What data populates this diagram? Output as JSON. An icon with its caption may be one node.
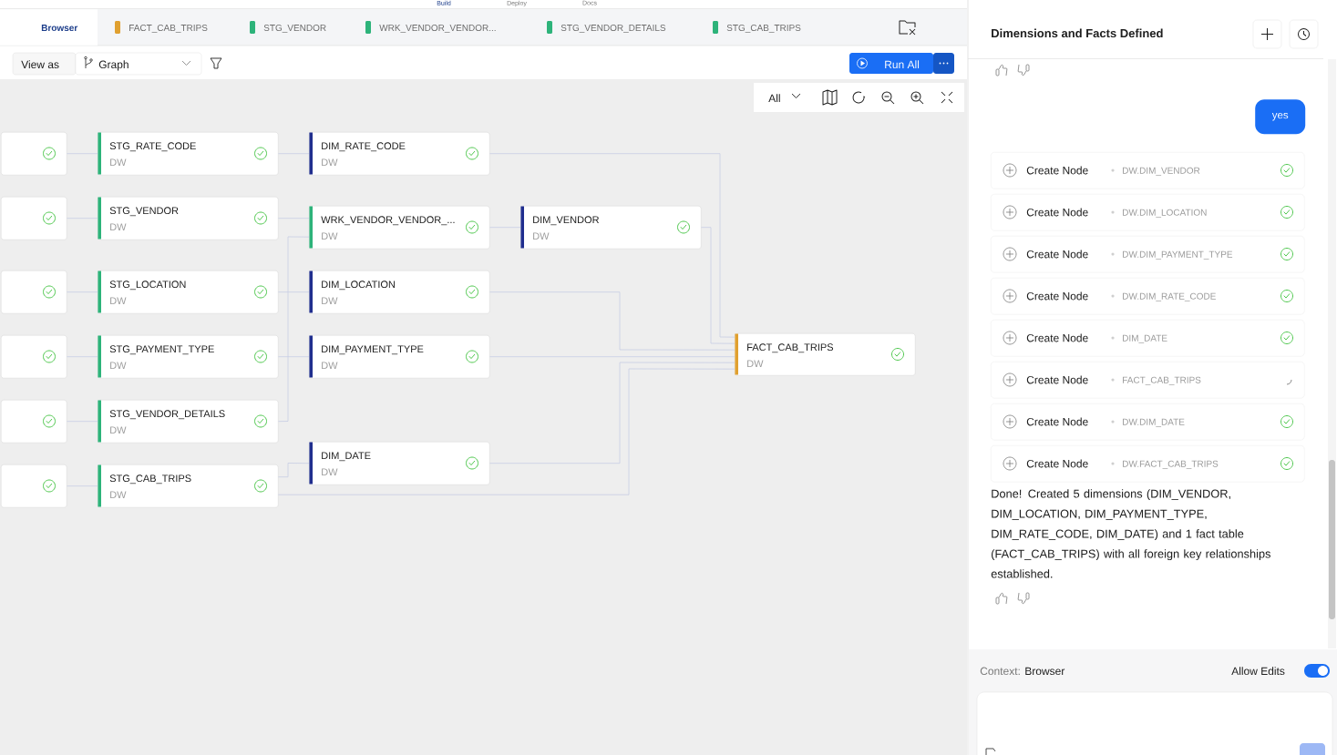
{
  "diagram": {
    "nodes": [
      {
        "text": [],
        "shape": "box"
      },
      {
        "text": [],
        "shape": "box"
      },
      {
        "text": [],
        "shape": "box"
      },
      {
        "text": [],
        "shape": "box"
      },
      {
        "text": [],
        "shape": "box"
      },
      {
        "text": [],
        "shape": "box"
      },
      {
        "text": [
          "STG_RATE_CODE",
          "DW"
        ]
      },
      {
        "text": [
          "STG_VENDOR",
          "DW"
        ]
      },
      {
        "text": [
          "STG_LOCATION",
          "DW"
        ]
      },
      {
        "text": [
          "STG_PAYMENT_TYPE",
          "DW"
        ]
      },
      {
        "text": [
          "STG_VENDOR_DETAILS",
          "DW"
        ]
      },
      {
        "text": [
          "STG_CAB_TRIPS",
          "DW"
        ]
      },
      {
        "text": [
          "DIM_RATE_CODE",
          "DW"
        ]
      },
      {
        "text": [
          "WRK_VENDOR_VENDOR_...",
          "DW"
        ]
      },
      {
        "text": [
          "DIM_LOCATION",
          "DW"
        ]
      },
      {
        "text": [
          "DIM_PAYMENT_TYPE",
          "DW"
        ]
      },
      {
        "text": [
          "DIM_DATE",
          "DW"
        ]
      },
      {
        "text": [
          "DIM_VENDOR",
          "DW"
        ]
      },
      {
        "text": [
          "FACT_CAB_TRIPS",
          "DW"
        ]
      },
      {
        "text": [
          "Create Node",
          "DW.DIM_VENDOR"
        ]
      },
      {
        "text": [
          "Create Node",
          "DW.DIM_LOCATION"
        ]
      },
      {
        "text": [
          "Create Node",
          "DW.DIM_PAYMENT_TYPE"
        ]
      },
      {
        "text": [
          "Create Node",
          "DW.DIM_RATE_CODE"
        ]
      },
      {
        "text": [
          "Create Node",
          "DIM_DATE"
        ]
      },
      {
        "text": [
          "Create Node",
          "FACT_CAB_TRIPS"
        ]
      },
      {
        "text": [
          "Create Node",
          "DW.DIM_DATE"
        ]
      },
      {
        "text": [
          "Create Node",
          "DW.FACT_CAB_TRIPS"
        ]
      },
      {
        "text": [
          "yes"
        ]
      }
    ],
    "edges": [
      {
        "from": 0,
        "to": 6,
        "arrow": "none"
      },
      {
        "from": 1,
        "to": 7,
        "arrow": "none"
      },
      {
        "from": 2,
        "to": 8,
        "arrow": "none"
      },
      {
        "from": 3,
        "to": 9,
        "arrow": "none"
      },
      {
        "from": 4,
        "to": 10,
        "arrow": "none"
      },
      {
        "from": 5,
        "to": 11,
        "arrow": "none"
      },
      {
        "from": 6,
        "to": 12,
        "arrow": "none"
      },
      {
        "from": 7,
        "to": 13,
        "arrow": "none"
      },
      {
        "from": 10,
        "to": 13,
        "arrow": "none"
      },
      {
        "from": 8,
        "to": 14,
        "arrow": "none"
      },
      {
        "from": 9,
        "to": 15,
        "arrow": "none"
      },
      {
        "from": 11,
        "to": 16,
        "arrow": "none"
      },
      {
        "from": 13,
        "to": 17,
        "arrow": "none"
      },
      {
        "from": 12,
        "to": 18,
        "arrow": "none"
      },
      {
        "from": 17,
        "to": 18,
        "arrow": "none"
      },
      {
        "from": 14,
        "to": 18,
        "arrow": "none"
      },
      {
        "from": 15,
        "to": 18,
        "arrow": "none"
      },
      {
        "from": 16,
        "to": 18,
        "arrow": "none"
      },
      {
        "from": 11,
        "to": 18,
        "arrow": "none"
      }
    ],
    "labels": [
      "Build",
      "Deploy",
      "Docs",
      "Browser",
      "FACT_CAB_TRIPS",
      "STG_VENDOR",
      "WRK_VENDOR_VENDOR...",
      "STG_VENDOR_DETAILS",
      "STG_CAB_TRIPS",
      "Dimensions and Facts Defined",
      "View as",
      "Graph",
      "Run All",
      "All",
      "Done! Created 5 dimensions (DIM_VENDOR, DIM_LOCATION, DIM_PAYMENT_TYPE, DIM_RATE_CODE, DIM_DATE) and 1 fact table (FACT_CAB_TRIPS) with all foreign key relationships established.",
      "Context:",
      "Browser",
      "Allow Edits"
    ]
  }
}
